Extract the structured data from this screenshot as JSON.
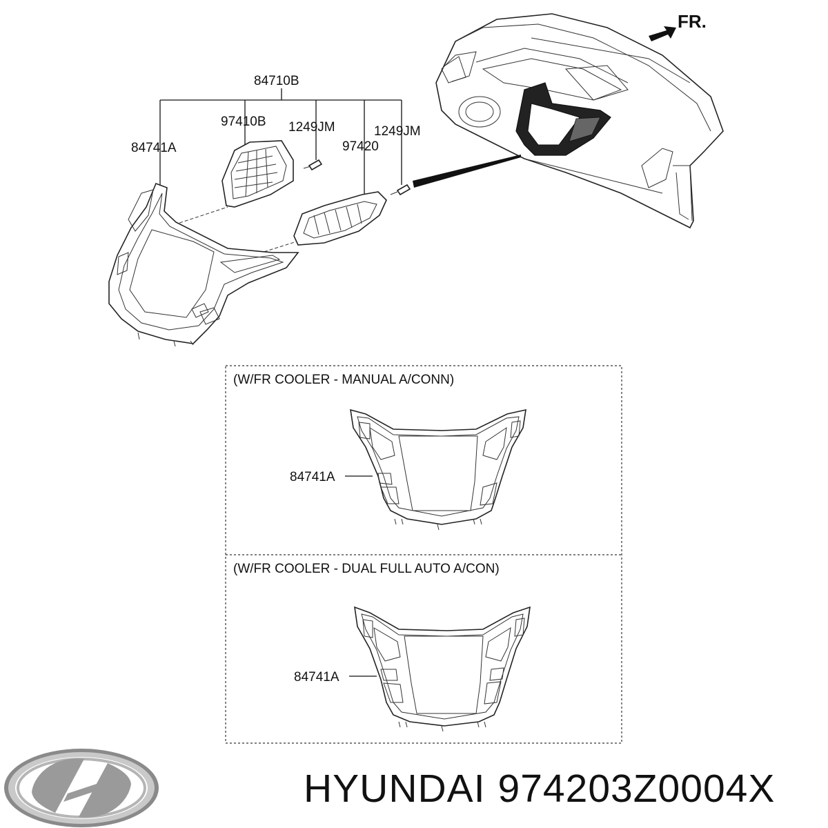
{
  "diagram": {
    "direction_label": "FR.",
    "callouts": {
      "assembly": "84710B",
      "panel_left": "84741A",
      "vent_upper": "97410B",
      "screw_upper": "1249JM",
      "vent_lower": "97420",
      "screw_lower": "1249JM"
    },
    "variants": [
      {
        "caption": "(W/FR COOLER - MANUAL A/CONN)",
        "part_label": "84741A"
      },
      {
        "caption": "(W/FR COOLER - DUAL FULL AUTO A/CON)",
        "part_label": "84741A"
      }
    ]
  },
  "footer": {
    "brand": "HYUNDAI",
    "part_number": "974203Z0004X",
    "logo": "hyundai-logo"
  }
}
